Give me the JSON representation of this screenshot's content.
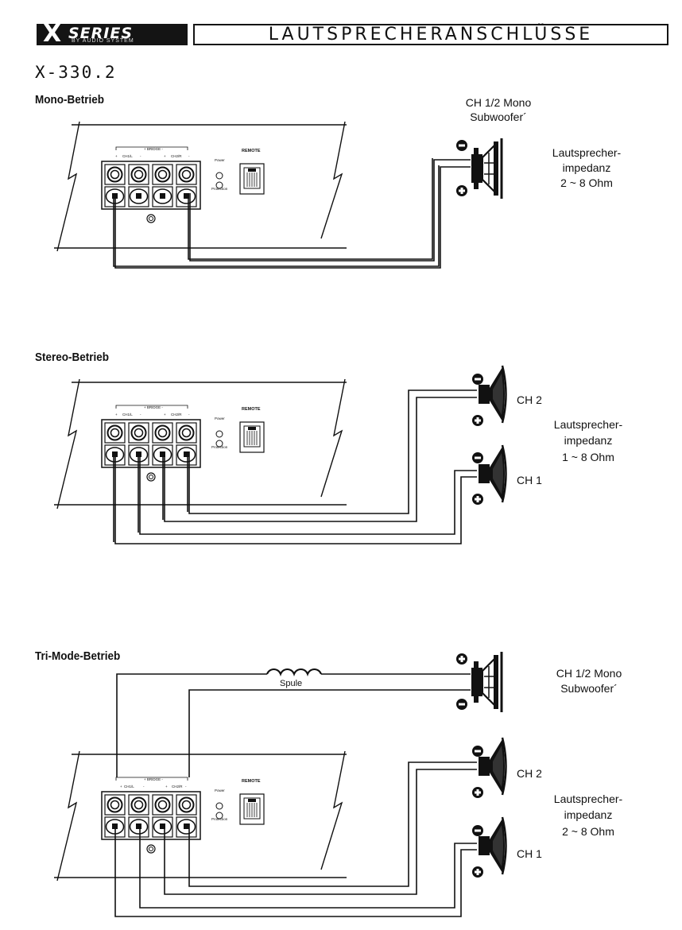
{
  "header": {
    "logo_x": "X",
    "logo_series": "SERIES",
    "logo_by": "BY AUDIO SYSTEM",
    "title": "LAUTSPRECHERANSCHLÜSSE",
    "model": "X-330.2"
  },
  "amp": {
    "bridge": "+ BRIDGE -",
    "ch1l": "CH1/L",
    "ch2r": "CH2/R",
    "plus": "+",
    "minus": "-",
    "power": "Power",
    "protection": "Protection",
    "remote": "REMOTE"
  },
  "sections": {
    "mono": {
      "title": "Mono-Betrieb",
      "sub_line1": "CH 1/2 Mono",
      "sub_line2": "Subwoofer´",
      "imp_line1": "Lautsprecher-",
      "imp_line2": "impedanz",
      "imp_line3": "2 ~ 8 Ohm"
    },
    "stereo": {
      "title": "Stereo-Betrieb",
      "ch2": "CH 2",
      "ch1": "CH 1",
      "imp_line1": "Lautsprecher-",
      "imp_line2": "impedanz",
      "imp_line3": "1 ~ 8 Ohm"
    },
    "trimode": {
      "title": "Tri-Mode-Betrieb",
      "spule": "Spule",
      "sub_line1": "CH 1/2 Mono",
      "sub_line2": "Subwoofer´",
      "ch2": "CH 2",
      "ch1": "CH 1",
      "imp_line1": "Lautsprecher-",
      "imp_line2": "impedanz",
      "imp_line3": "2 ~ 8 Ohm"
    }
  }
}
